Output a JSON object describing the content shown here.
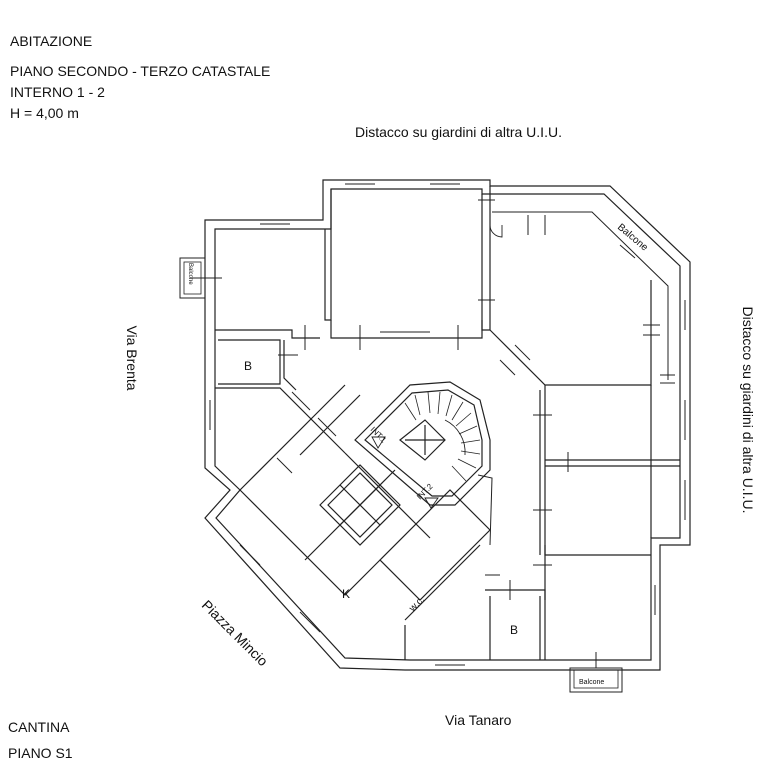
{
  "header": {
    "type": "ABITAZIONE",
    "floor": "PIANO SECONDO - TERZO CATASTALE",
    "unit": "INTERNO 1 - 2",
    "height": "H = 4,00 m"
  },
  "surroundings": {
    "top": "Distacco su giardini di altra U.I.U.",
    "right": "Distacco su giardini di altra U.I.U.",
    "left": "Via Brenta",
    "bottom": "Via Tanaro",
    "bottom_left": "Piazza Mincio"
  },
  "rooms": {
    "bath_1": "B",
    "bath_2": "B",
    "kitchen": "K",
    "wc": "w.c.",
    "balcony_top_right": "Balcone",
    "balcony_left": "Balcone",
    "balcony_bottom": "Balcone",
    "entrance_1": "INT.1",
    "entrance_2": "INT.2"
  },
  "footer": {
    "type": "CANTINA",
    "floor": "PIANO S1"
  }
}
